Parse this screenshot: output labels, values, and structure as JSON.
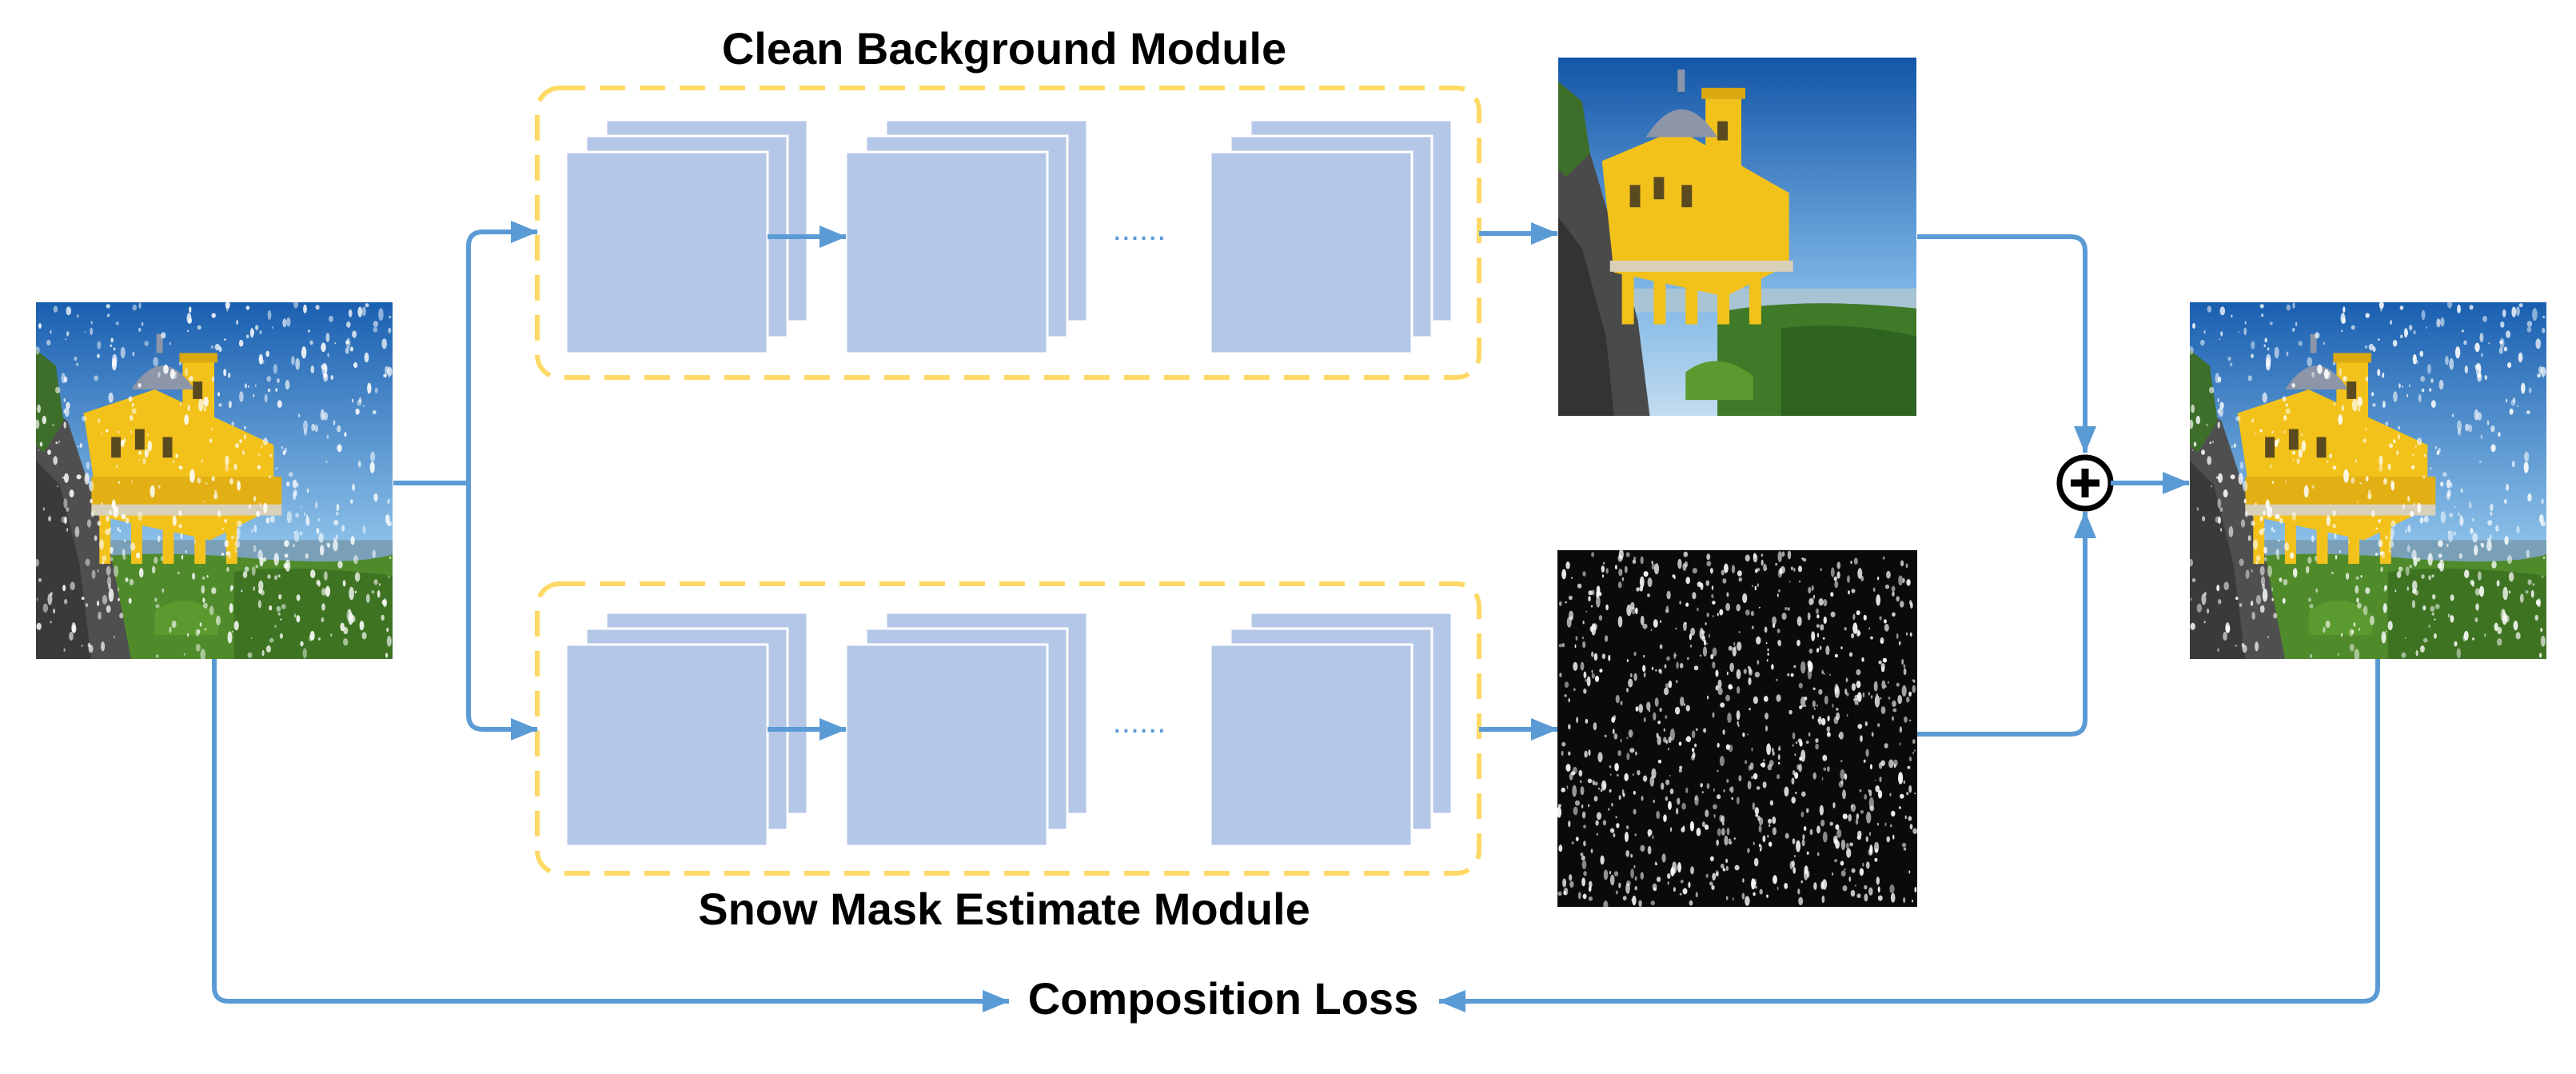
{
  "labels": {
    "clean_module": "Clean Background Module",
    "snow_module": "Snow Mask Estimate Module",
    "composition_loss": "Composition Loss",
    "ellipsis": "......"
  },
  "operators": {
    "sum_icon": "circle-plus-icon"
  },
  "colors": {
    "arrow": "#5b9bd5",
    "module_border": "#ffd966",
    "layer_fill": "#b4c7e7",
    "sky_top": "#1a5fb0",
    "sky_bottom": "#8fc3ea",
    "building_yellow": "#f2c21b",
    "rock_gray": "#4f4f4f",
    "foliage_green": "#4f8a2b",
    "mask_background": "#0a0a0a",
    "snow_white": "#ffffff"
  },
  "images": {
    "input": "snowy-castle-input-image",
    "clean_output": "clean-castle-output-image",
    "snow_mask": "snow-mask-output-image",
    "reconstructed": "reconstructed-snowy-castle-image"
  }
}
